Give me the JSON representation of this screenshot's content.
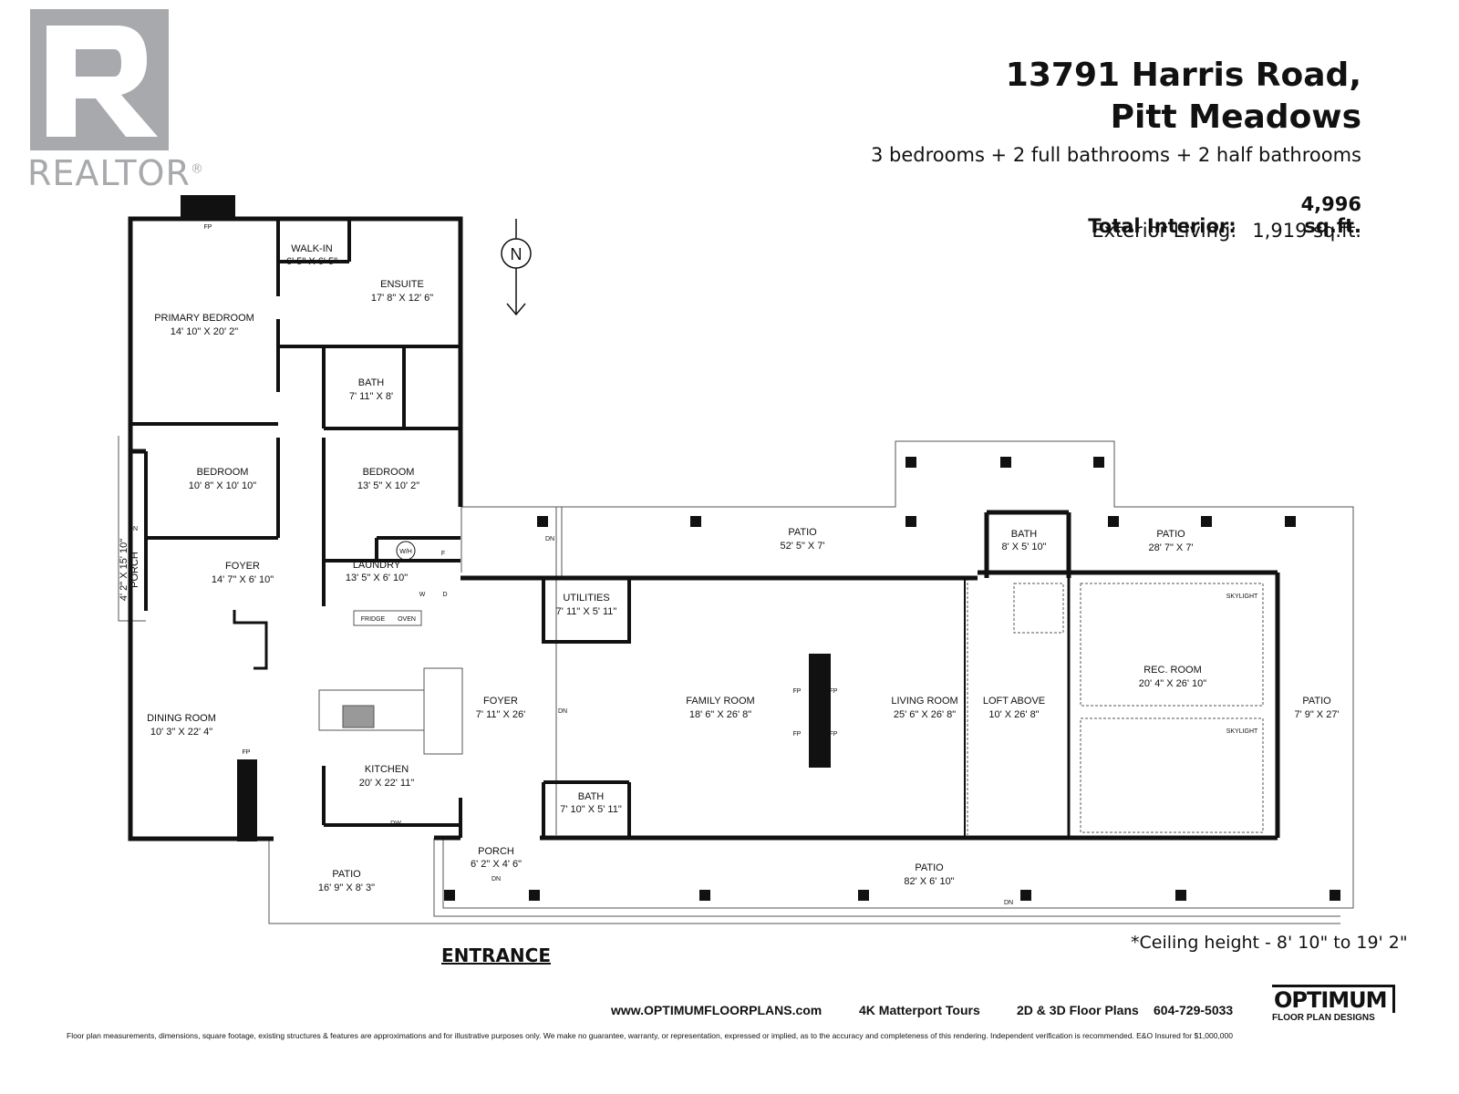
{
  "brand": {
    "realtor": "REALTOR",
    "reg": "®"
  },
  "header": {
    "address_line1": "13791 Harris Road,",
    "address_line2": "Pitt Meadows",
    "summary": "3 bedrooms + 2 full bathrooms + 2 half bathrooms",
    "total_interior_label": "Total Interior:",
    "total_interior_value": "4,996 sq.ft.",
    "exterior_label": "Exterior Living:",
    "exterior_value": "1,919 sq.ft."
  },
  "compass": {
    "label": "N"
  },
  "rooms": [
    {
      "name": "WALK-IN",
      "dims": "6' 5\" X 6' 5\""
    },
    {
      "name": "ENSUITE",
      "dims": "17' 8\" X 12' 6\""
    },
    {
      "name": "PRIMARY BEDROOM",
      "dims": "14' 10\" X 20' 2\""
    },
    {
      "name": "BATH",
      "dims": "7' 11\" X 8'"
    },
    {
      "name": "BEDROOM",
      "dims": "10' 8\" X 10' 10\""
    },
    {
      "name": "BEDROOM",
      "dims": "13' 5\" X 10' 2\""
    },
    {
      "name": "FOYER",
      "dims": "14' 7\" X 6' 10\""
    },
    {
      "name": "LAUNDRY",
      "dims": "13' 5\" X 6' 10\""
    },
    {
      "name": "PORCH",
      "dims": "4' 2\" X 15' 10\""
    },
    {
      "name": "DINING ROOM",
      "dims": "10' 3\" X 22' 4\""
    },
    {
      "name": "KITCHEN",
      "dims": "20' X 22' 11\""
    },
    {
      "name": "FOYER",
      "dims": "7' 11\" X 26'"
    },
    {
      "name": "UTILITIES",
      "dims": "7' 11\" X 5' 11\""
    },
    {
      "name": "BATH",
      "dims": "7' 10\" X 5' 11\""
    },
    {
      "name": "FAMILY ROOM",
      "dims": "18' 6\" X 26' 8\""
    },
    {
      "name": "LIVING ROOM",
      "dims": "25' 6\" X 26' 8\""
    },
    {
      "name": "LOFT ABOVE",
      "dims": "10' X 26' 8\""
    },
    {
      "name": "REC. ROOM",
      "dims": "20' 4\" X 26' 10\""
    },
    {
      "name": "PATIO",
      "dims": "52' 5\" X 7'"
    },
    {
      "name": "BATH",
      "dims": "8' X 5' 10\""
    },
    {
      "name": "PATIO",
      "dims": "28' 7\" X 7'"
    },
    {
      "name": "PATIO",
      "dims": "7' 9\" X 27'"
    },
    {
      "name": "PATIO",
      "dims": "16' 9\" X 8' 3\""
    },
    {
      "name": "PORCH",
      "dims": "6' 2\" X 4' 6\""
    },
    {
      "name": "PATIO",
      "dims": "82' X 6' 10\""
    }
  ],
  "fixtures": {
    "fp": "FP",
    "wh": "W/H",
    "f": "F",
    "w": "W",
    "d": "D",
    "fridge": "FRIDGE",
    "oven": "OVEN",
    "dw": "DW",
    "dn": "DN",
    "skylight": "SKYLIGHT"
  },
  "notes": {
    "entrance": "ENTRANCE",
    "ceiling": "*Ceiling height - 8' 10\" to 19' 2\""
  },
  "footer": {
    "website": "www.OPTIMUMFLOORPLANS.com",
    "matterport": "4K Matterport Tours",
    "plans": "2D & 3D Floor Plans",
    "phone": "604-729-5033",
    "logo_name": "OPTIMUM",
    "logo_sub": "FLOOR PLAN DESIGNS",
    "disclaimer": "Floor plan measurements, dimensions, square footage, existing structures & features are approximations and for illustrative purposes only. We make no guarantee, warranty, or representation, expressed or implied, as to the accuracy and completeness of this rendering. Independent verification is recommended. E&O Insured for $1,000,000"
  }
}
